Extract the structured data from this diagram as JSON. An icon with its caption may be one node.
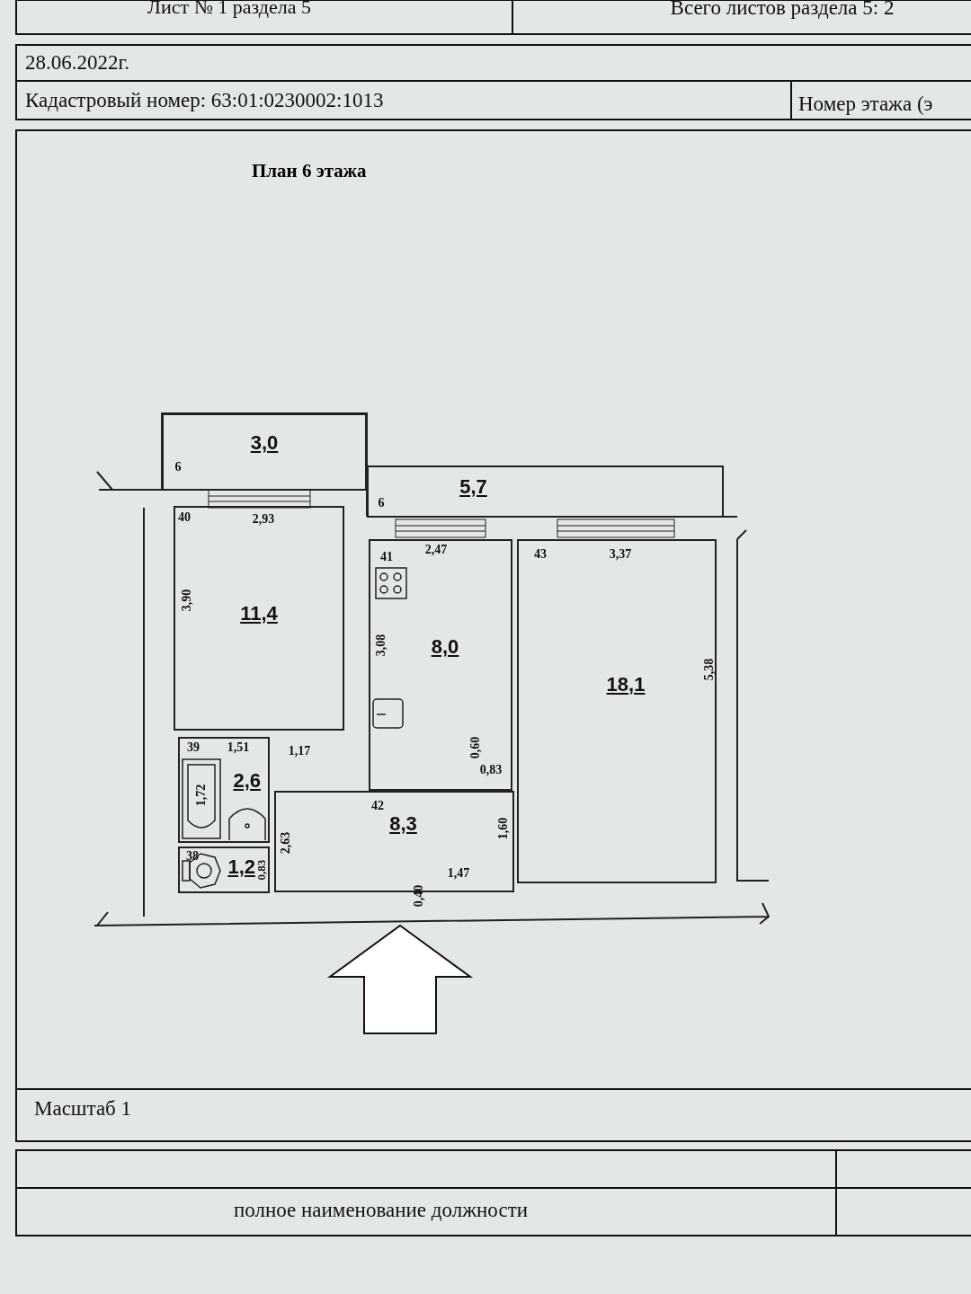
{
  "diagram": {
    "title": "План 6 этажа",
    "nodes": [
      {
        "text": [
          "3,0"
        ]
      },
      {
        "text": [
          "5,7"
        ]
      },
      {
        "text": [
          "11,4"
        ]
      },
      {
        "text": [
          "8,0"
        ]
      },
      {
        "text": [
          "18,1"
        ]
      },
      {
        "text": [
          "2,6"
        ]
      },
      {
        "text": [
          "8,3"
        ]
      },
      {
        "text": [
          "1,2"
        ]
      }
    ],
    "labels": [
      "Лист № 1 раздела 5",
      "Всего листов раздела 5: 2",
      "28.06.2022г.",
      "Кадастровый номер: 63:01:0230002:1013",
      "Номер этажа (э",
      "6",
      "6",
      "40",
      "2,93",
      "41",
      "2,47",
      "43",
      "3,37",
      "3,90",
      "3,08",
      "5,38",
      "0,60",
      "0,83",
      "39",
      "1,51",
      "1,17",
      "1,72",
      "42",
      "2,63",
      "1,60",
      "38",
      "0,83",
      "0,40",
      "1,47",
      "Масштаб 1",
      "полное наименование должности"
    ]
  }
}
